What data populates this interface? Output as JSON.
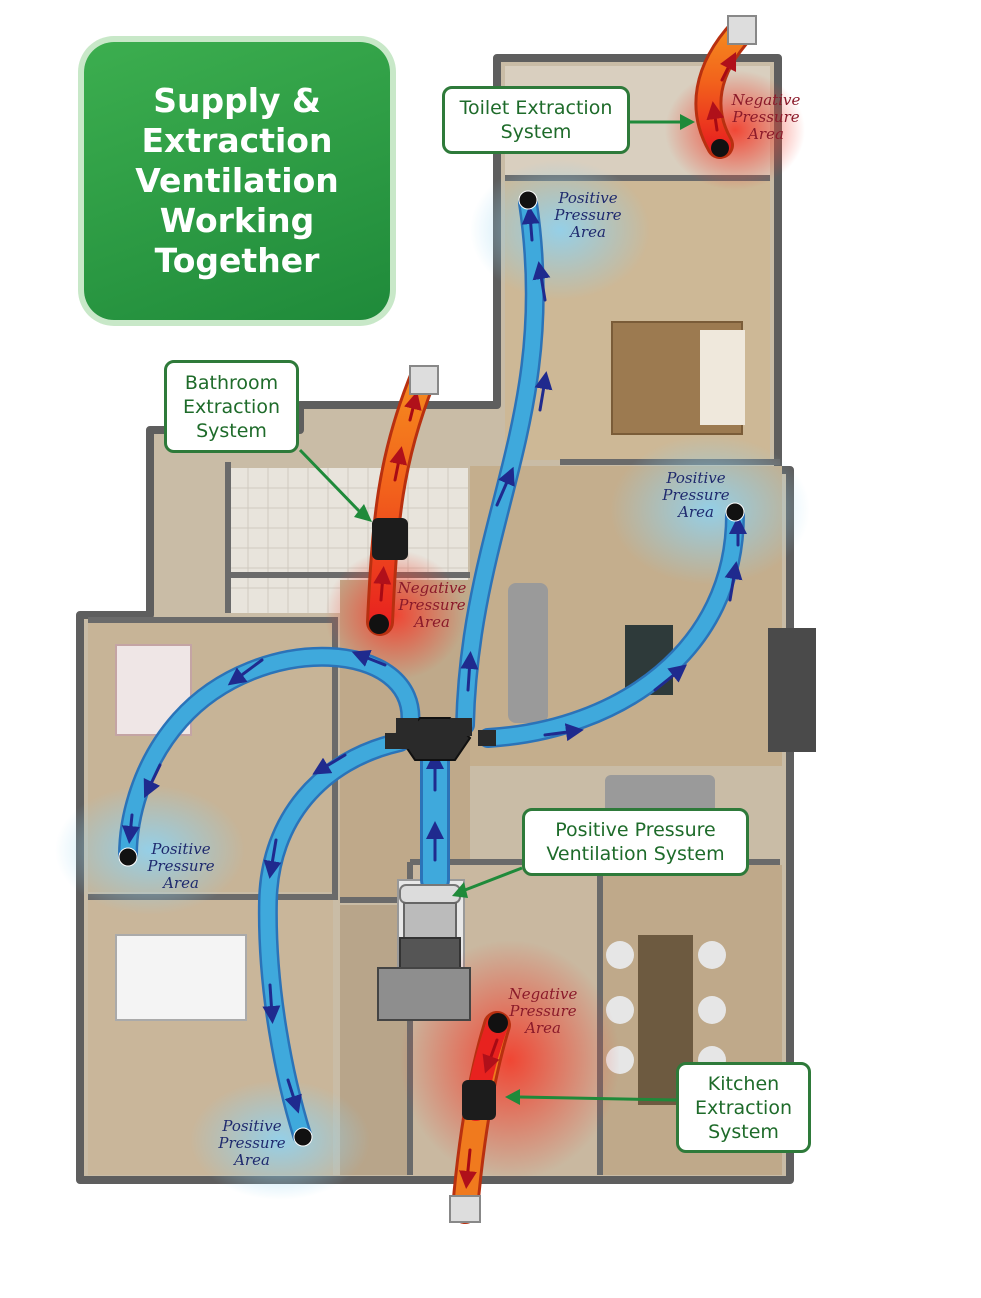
{
  "title": {
    "lines": [
      "Supply &",
      "Extraction",
      "Ventilation",
      "Working",
      "Together"
    ]
  },
  "callouts": {
    "toilet": {
      "lines": [
        "Toilet Extraction",
        "System"
      ]
    },
    "bathroom": {
      "lines": [
        "Bathroom",
        "Extraction",
        "System"
      ]
    },
    "ppv": {
      "lines": [
        "Positive Pressure",
        "Ventilation System"
      ]
    },
    "kitchen": {
      "lines": [
        "Kitchen",
        "Extraction",
        "System"
      ]
    }
  },
  "area_labels": {
    "positive": [
      "Positive",
      "Pressure",
      "Area"
    ],
    "negative": [
      "Negative",
      "Pressure",
      "Area"
    ]
  },
  "colors": {
    "green": "#1f8a3a",
    "supply_duct": "#3fa9dc",
    "extract_duct": "#f07a1e",
    "positive_zone": "#7fc8ea",
    "negative_zone": "#f04a3a"
  }
}
